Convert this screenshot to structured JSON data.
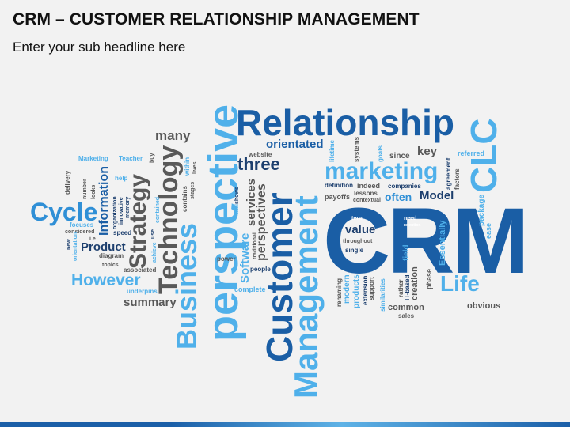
{
  "slide": {
    "title": "CRM – CUSTOMER RELATIONSHIP MANAGEMENT",
    "subtitle": "Enter your sub headline here"
  },
  "colors": {
    "dark_blue": "#1a5ea5",
    "mid_blue": "#2f8fd6",
    "light_blue": "#4fb0ea",
    "navy": "#1d3f6e",
    "gray": "#595959",
    "dark_gray": "#404040",
    "footer": "#1b5fa8"
  },
  "wordcloud": {
    "crm": "CRM",
    "relationship": "Relationship",
    "perspective_big": "perspective",
    "customer": "Customer",
    "management": "Management",
    "business": "Business",
    "technology": "Technology",
    "strategy": "Strategy",
    "clc": "CLC",
    "cycle": "Cycle",
    "marketing": "marketing",
    "life": "Life",
    "however": "However",
    "orientated": "orientated",
    "three": "three",
    "many": "many",
    "information": "Information",
    "product": "Product",
    "summary": "summary",
    "perspectives": "perspectives",
    "services": "services",
    "software": "Software",
    "model": "Model",
    "often": "often",
    "value": "value",
    "key": "key",
    "since": "since",
    "obvious": "obvious",
    "common": "common",
    "sales": "sales",
    "creation": "creation",
    "essentially": "Essentially",
    "package": "package",
    "ease": "ease",
    "field": "field",
    "phase": "phase",
    "referred": "referred",
    "factors": "factors",
    "agreement": "agreement",
    "goals": "goals",
    "systems": "systems",
    "lifetime": "lifetime",
    "website": "website",
    "definition": "definition",
    "indeed": "indeed",
    "companies": "companies",
    "payoffs": "payoffs",
    "lessons": "lessons",
    "contextual": "contextual",
    "term": "term",
    "need": "need",
    "retention": "retention",
    "throughout": "throughout",
    "single": "single",
    "renaming": "renaming",
    "modern": "modern",
    "products": "products",
    "extension": "extension",
    "support": "support",
    "similarities": "similarities",
    "rather": "rather",
    "it_based": "IT-based",
    "people": "people",
    "complete": "complete",
    "power": "power",
    "traditional": "traditional",
    "vital": "vital",
    "shows": "shows",
    "contains": "contains",
    "stages": "stages",
    "within": "within",
    "lives": "lives",
    "buy": "buy",
    "contained": "contained",
    "use": "use",
    "achieve": "achieve",
    "underpins": "underpins",
    "associated": "associated",
    "topics": "topics",
    "diagram": "diagram",
    "speed": "speed",
    "marketing_small": "Marketing",
    "teacher": "Teacher",
    "help": "help",
    "delivery": "delivery",
    "number": "number",
    "looks": "looks",
    "organization": "organization",
    "innovative": "innovative",
    "memory": "memory",
    "focuses": "focuses",
    "considered": "considered",
    "i_e": "i.e",
    "new": "new",
    "orientation": "orientation"
  }
}
